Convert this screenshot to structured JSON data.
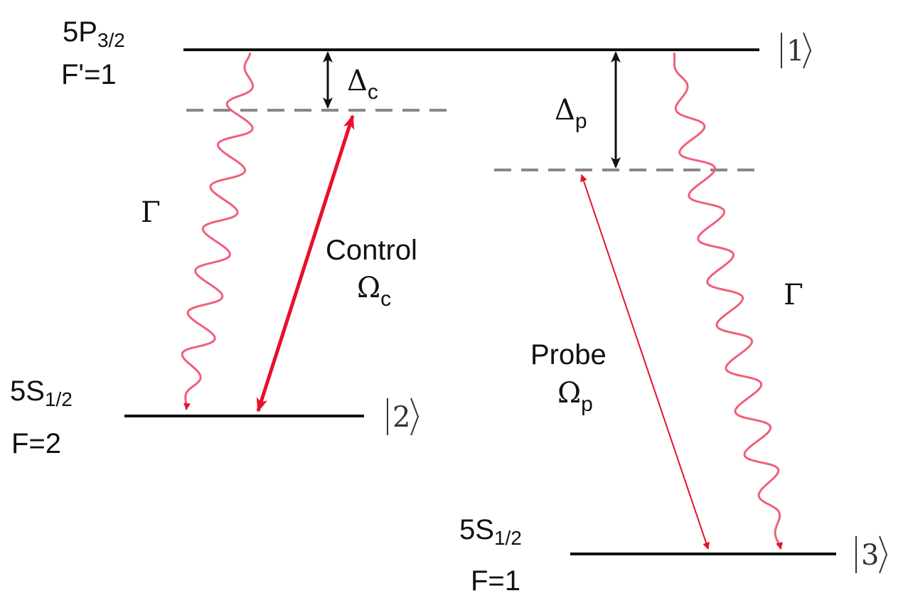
{
  "levels": {
    "excited": {
      "name": "5P",
      "sub": "3/2",
      "f": "F'=1",
      "ket": "1"
    },
    "ground2": {
      "name": "5S",
      "sub": "1/2",
      "f": "F=2",
      "ket": "2"
    },
    "ground3": {
      "name": "5S",
      "sub": "1/2",
      "f": "F=1",
      "ket": "3"
    }
  },
  "detunings": {
    "control": {
      "symbol": "Δ",
      "sub": "c"
    },
    "probe": {
      "symbol": "Δ",
      "sub": "p"
    }
  },
  "decay": {
    "left": "Γ",
    "right": "Γ"
  },
  "fields": {
    "control": {
      "label": "Control",
      "symbol": "Ω",
      "sub": "c"
    },
    "probe": {
      "label": "Probe",
      "symbol": "Ω",
      "sub": "p"
    }
  },
  "colors": {
    "level": "#111111",
    "virtual": "#888888",
    "laser": "#e8102a",
    "decay": "#f0607a",
    "text": "#111111",
    "ket": "#333333"
  }
}
